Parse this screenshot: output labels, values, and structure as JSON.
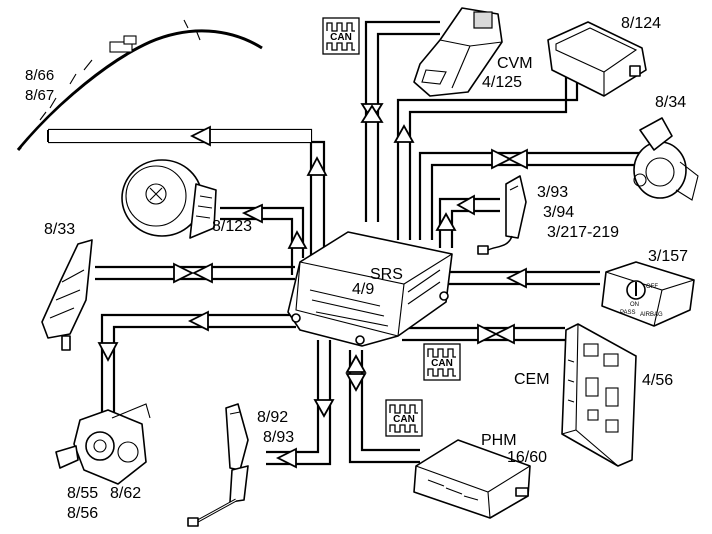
{
  "srs": {
    "name": "SRS",
    "ref": "4/9"
  },
  "components": {
    "curtain_airbag": {
      "line1": "8/66",
      "line2": "8/67"
    },
    "cvm": {
      "name": "CVM",
      "ref": "4/125"
    },
    "passenger_airbag": {
      "ref": "8/124"
    },
    "knee_airbag": {
      "ref": "8/34"
    },
    "driver_airbag": {
      "ref": "8/123"
    },
    "buckle_switch": {
      "line1": "3/93",
      "line2": "3/94",
      "line3": "3/217-219"
    },
    "side_airbag": {
      "ref": "8/33"
    },
    "passenger_airbag_switch": {
      "ref": "3/157",
      "off_text": "OFF",
      "on_text": "ON",
      "pass_text": "PASS",
      "airbag_text": "AIRBAG"
    },
    "cem": {
      "name": "CEM",
      "ref": "4/56"
    },
    "seatbelt_tensioner": {
      "line1": "8/55",
      "line2": "8/62",
      "line3": "8/56"
    },
    "belt_pretensioner": {
      "line1": "8/92",
      "line2": "8/93"
    },
    "phm": {
      "name": "PHM",
      "ref": "16/60"
    }
  },
  "can_label": "CAN",
  "colors": {
    "line": "#000000",
    "background": "#ffffff"
  }
}
